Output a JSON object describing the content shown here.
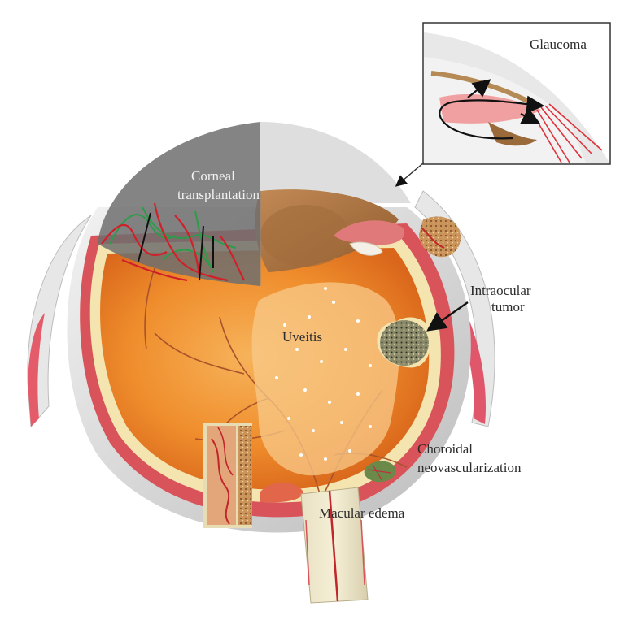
{
  "labels": {
    "glaucoma": "Glaucoma",
    "corneal_1": "Corneal",
    "corneal_2": "transplantation",
    "intraocular_1": "Intraocular",
    "intraocular_2": "tumor",
    "uveitis": "Uveitis",
    "choroidal_1": "Choroidal",
    "choroidal_2": "neovascularization",
    "macular": "Macular edema"
  }
}
